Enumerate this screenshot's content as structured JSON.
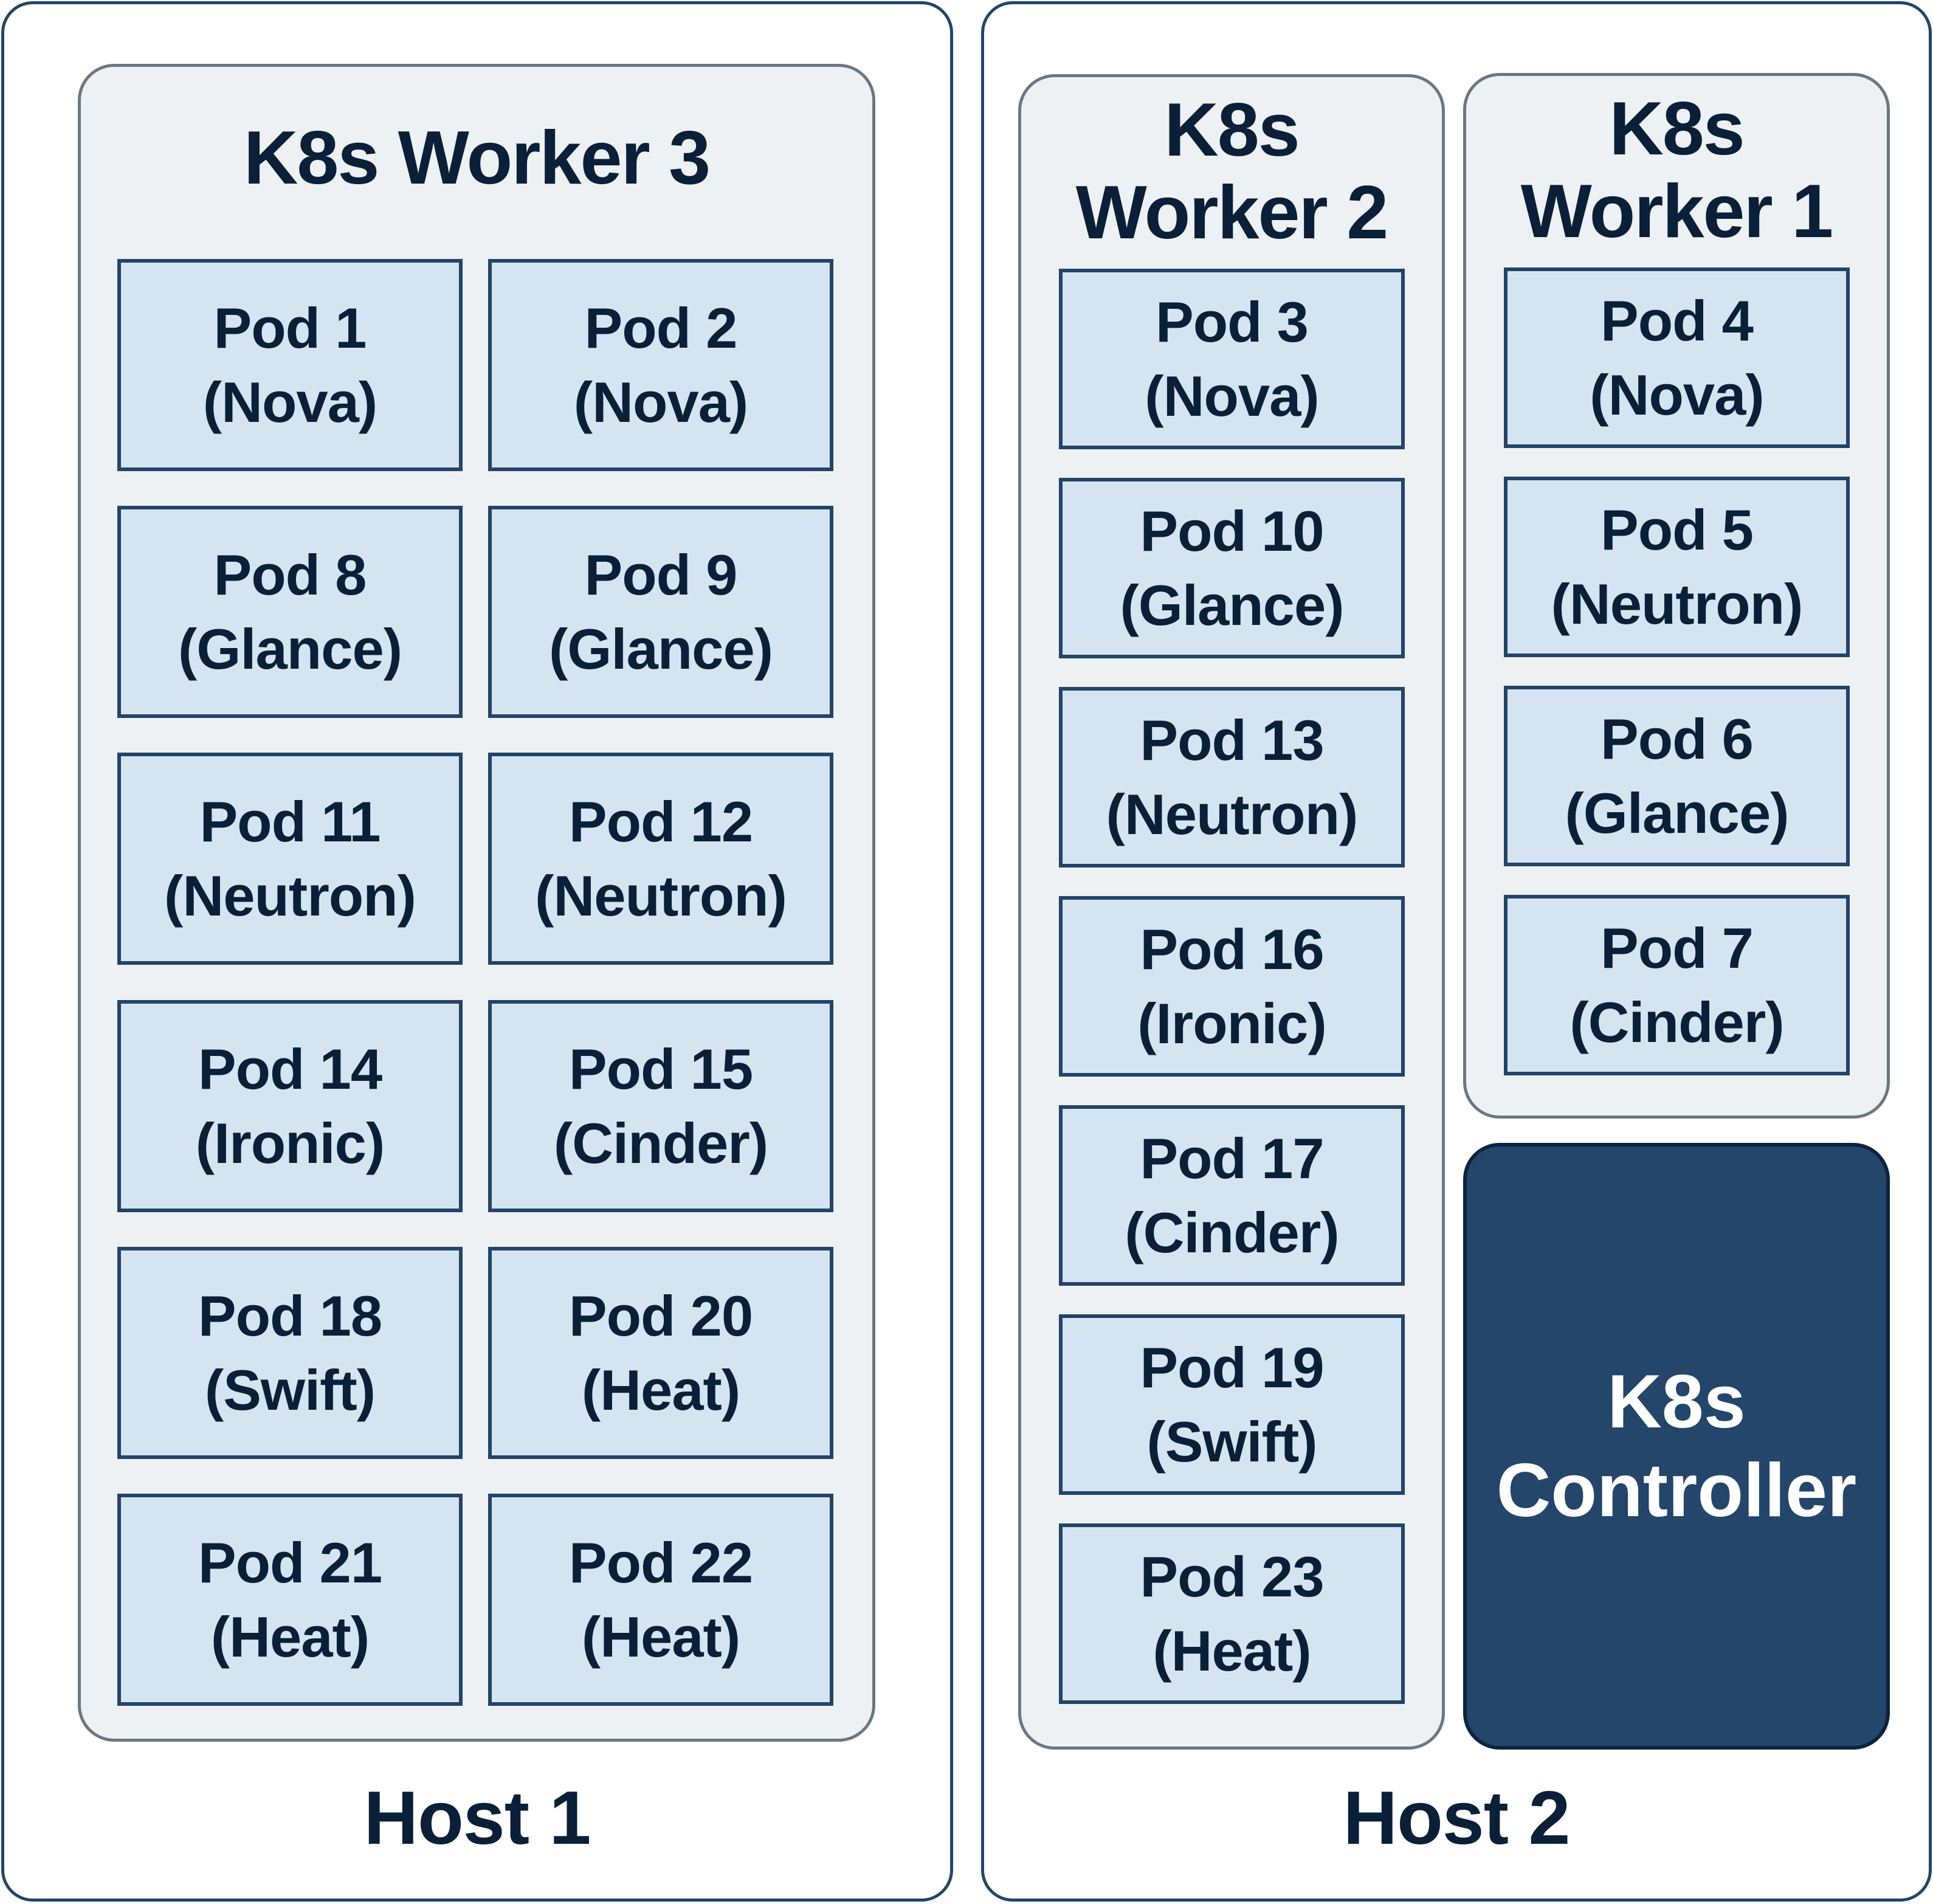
{
  "hosts": [
    {
      "label": "Host 1",
      "workers": [
        {
          "title_lines": [
            "K8s Worker 3"
          ],
          "pods": [
            {
              "name": "Pod 1",
              "service": "(Nova)"
            },
            {
              "name": "Pod 2",
              "service": "(Nova)"
            },
            {
              "name": "Pod 8",
              "service": "(Glance)"
            },
            {
              "name": "Pod 9",
              "service": "(Glance)"
            },
            {
              "name": "Pod 11",
              "service": "(Neutron)"
            },
            {
              "name": "Pod 12",
              "service": "(Neutron)"
            },
            {
              "name": "Pod 14",
              "service": "(Ironic)"
            },
            {
              "name": "Pod 15",
              "service": "(Cinder)"
            },
            {
              "name": "Pod 18",
              "service": "(Swift)"
            },
            {
              "name": "Pod 20",
              "service": "(Heat)"
            },
            {
              "name": "Pod 21",
              "service": "(Heat)"
            },
            {
              "name": "Pod 22",
              "service": "(Heat)"
            }
          ]
        }
      ]
    },
    {
      "label": "Host 2",
      "workers": [
        {
          "title_lines": [
            "K8s",
            "Worker 2"
          ],
          "pods": [
            {
              "name": "Pod 3",
              "service": "(Nova)"
            },
            {
              "name": "Pod 10",
              "service": "(Glance)"
            },
            {
              "name": "Pod 13",
              "service": "(Neutron)"
            },
            {
              "name": "Pod 16",
              "service": "(Ironic)"
            },
            {
              "name": "Pod 17",
              "service": "(Cinder)"
            },
            {
              "name": "Pod 19",
              "service": "(Swift)"
            },
            {
              "name": "Pod 23",
              "service": "(Heat)"
            }
          ]
        },
        {
          "title_lines": [
            "K8s",
            "Worker 1"
          ],
          "pods": [
            {
              "name": "Pod 4",
              "service": "(Nova)"
            },
            {
              "name": "Pod 5",
              "service": "(Neutron)"
            },
            {
              "name": "Pod 6",
              "service": "(Glance)"
            },
            {
              "name": "Pod 7",
              "service": "(Cinder)"
            }
          ]
        }
      ],
      "controller": {
        "lines": [
          "K8s",
          "Controller"
        ]
      }
    }
  ],
  "colors": {
    "host_border": "#22466a",
    "worker_fill": "#edf1f4",
    "worker_border": "#6b7782",
    "pod_fill": "#d4e5f1",
    "pod_border": "#22446a",
    "text": "#0a1f38",
    "controller_fill": "#23466a",
    "controller_text": "#ffffff"
  }
}
